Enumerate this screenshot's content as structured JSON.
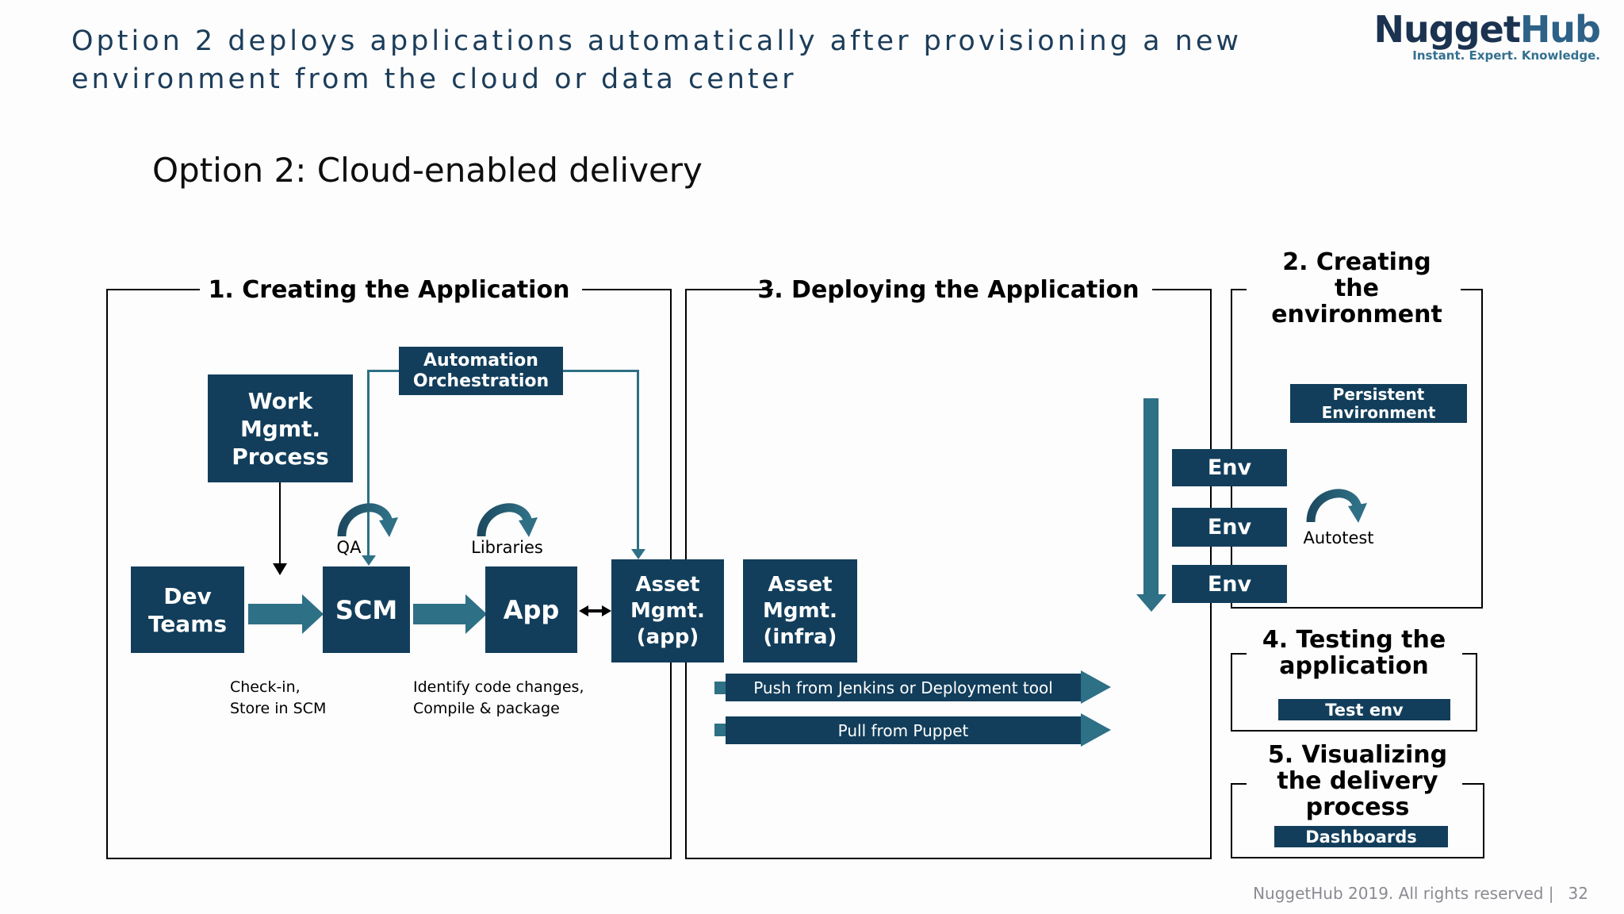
{
  "colors": {
    "navy": "#123e5b",
    "teal": "#2e7086",
    "teal_dark": "#1d4a60",
    "title_navy": "#1c3d5a",
    "logo_nugget": "#1b3350",
    "logo_hub": "#2d6187",
    "tagline": "#33708f",
    "footer_gray": "#8b8b93"
  },
  "title": {
    "line1": "Option 2 deploys applications automatically after provisioning a new",
    "line2": "environment from the cloud or data center"
  },
  "logo": {
    "word_dark": "Nugget",
    "word_light": "Hub",
    "tagline": "Instant. Expert. Knowledge."
  },
  "subtitle": "Option 2: Cloud-enabled delivery",
  "sections": {
    "creating_app": {
      "header": "1. Creating the Application"
    },
    "creating_env": {
      "header": "2. Creating\nthe\nenvironment"
    },
    "deploying_app": {
      "header": "3. Deploying the Application"
    },
    "testing_app": {
      "header": "4. Testing the\napplication",
      "bar": "Test env"
    },
    "visualizing": {
      "header": "5. Visualizing\nthe delivery\nprocess",
      "bar": "Dashboards"
    }
  },
  "nodes": {
    "work_mgmt": "Work\nMgmt.\nProcess",
    "automation": "Automation\nOrchestration",
    "dev_teams": "Dev\nTeams",
    "scm": "SCM",
    "app": "App",
    "asset_app": "Asset\nMgmt.\n(app)",
    "asset_infra": "Asset\nMgmt.\n(infra)",
    "persistent_env": "Persistent\nEnvironment",
    "env_1": "Env",
    "env_2": "Env",
    "env_3": "Env"
  },
  "labels": {
    "qa": "QA",
    "libraries": "Libraries",
    "autotest": "Autotest",
    "checkin": "Check-in,\nStore in SCM",
    "identify": "Identify code changes,\nCompile & package"
  },
  "banners": {
    "push": "Push from Jenkins or Deployment tool",
    "pull": "Pull from Puppet"
  },
  "footer": {
    "text": "NuggetHub 2019. All rights reserved |",
    "page": "32"
  }
}
